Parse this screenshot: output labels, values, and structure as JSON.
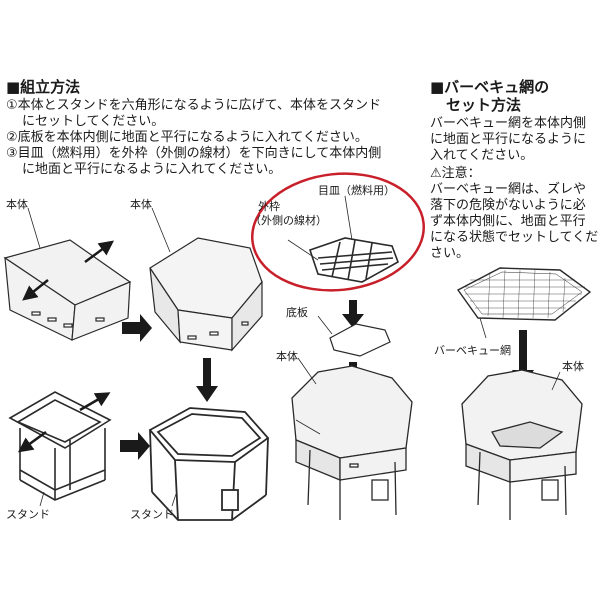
{
  "assembly": {
    "heading": "■組立方法",
    "step1_line1": "①本体とスタンドを六角形になるように広げて、本体をスタンド",
    "step1_line2": "にセットしてください。",
    "step2": "②底板を本体内側に地面と平行になるように入れてください。",
    "step3_line1": "③目皿（燃料用）を外枠（外側の線材）を下向きにして本体内側",
    "step3_line2": "に地面と平行になるように入れてください。"
  },
  "bbq": {
    "heading_line1": "■バーベキュ網の",
    "heading_line2": "セット方法",
    "body_line1": "バーベキュー網を本体内側",
    "body_line2": "に地面と平行になるように",
    "body_line3": "入れてください。",
    "caution_title": "⚠注意：",
    "caution_line1": "バーベキュー網は、ズレや",
    "caution_line2": "落下の危険がないように必",
    "caution_line3": "ず本体内側に、地面と平行",
    "caution_line4": "になる状態でセットしてくだ",
    "caution_line5": "さい。"
  },
  "labels": {
    "body_1": "本体",
    "body_2": "本体",
    "body_3": "本体",
    "body_4": "本体",
    "stand_1": "スタンド",
    "stand_2": "スタンド",
    "grate": "目皿（燃料用）",
    "outer_frame_line1": "外枠",
    "outer_frame_line2": "（外側の線材）",
    "bottom_plate": "底板",
    "bbq_net": "バーベキュー網"
  },
  "colors": {
    "highlight_circle": "#c8202a",
    "line": "#2a2a2a",
    "arrow": "#1a1a1a"
  }
}
